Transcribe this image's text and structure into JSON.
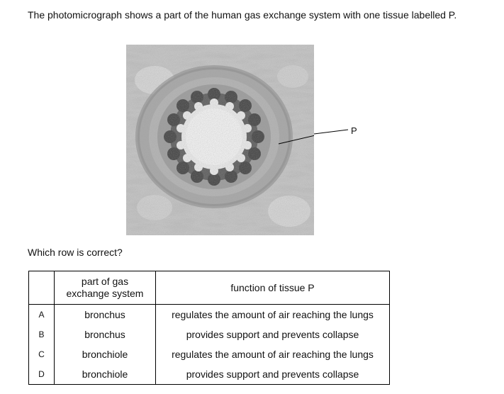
{
  "question": {
    "text": "The photomicrograph shows a part of the human gas exchange system with one tissue labelled P."
  },
  "figure": {
    "label": "P"
  },
  "prompt": "Which row is correct?",
  "table": {
    "headers": [
      "",
      "part of gas exchange system",
      "function of tissue P"
    ],
    "rows": [
      {
        "letter": "A",
        "part": "bronchus",
        "function": "regulates the amount of air reaching the lungs"
      },
      {
        "letter": "B",
        "part": "bronchus",
        "function": "provides support and prevents collapse"
      },
      {
        "letter": "C",
        "part": "bronchiole",
        "function": "regulates the amount of air reaching the lungs"
      },
      {
        "letter": "D",
        "part": "bronchiole",
        "function": "provides support and prevents collapse"
      }
    ]
  }
}
